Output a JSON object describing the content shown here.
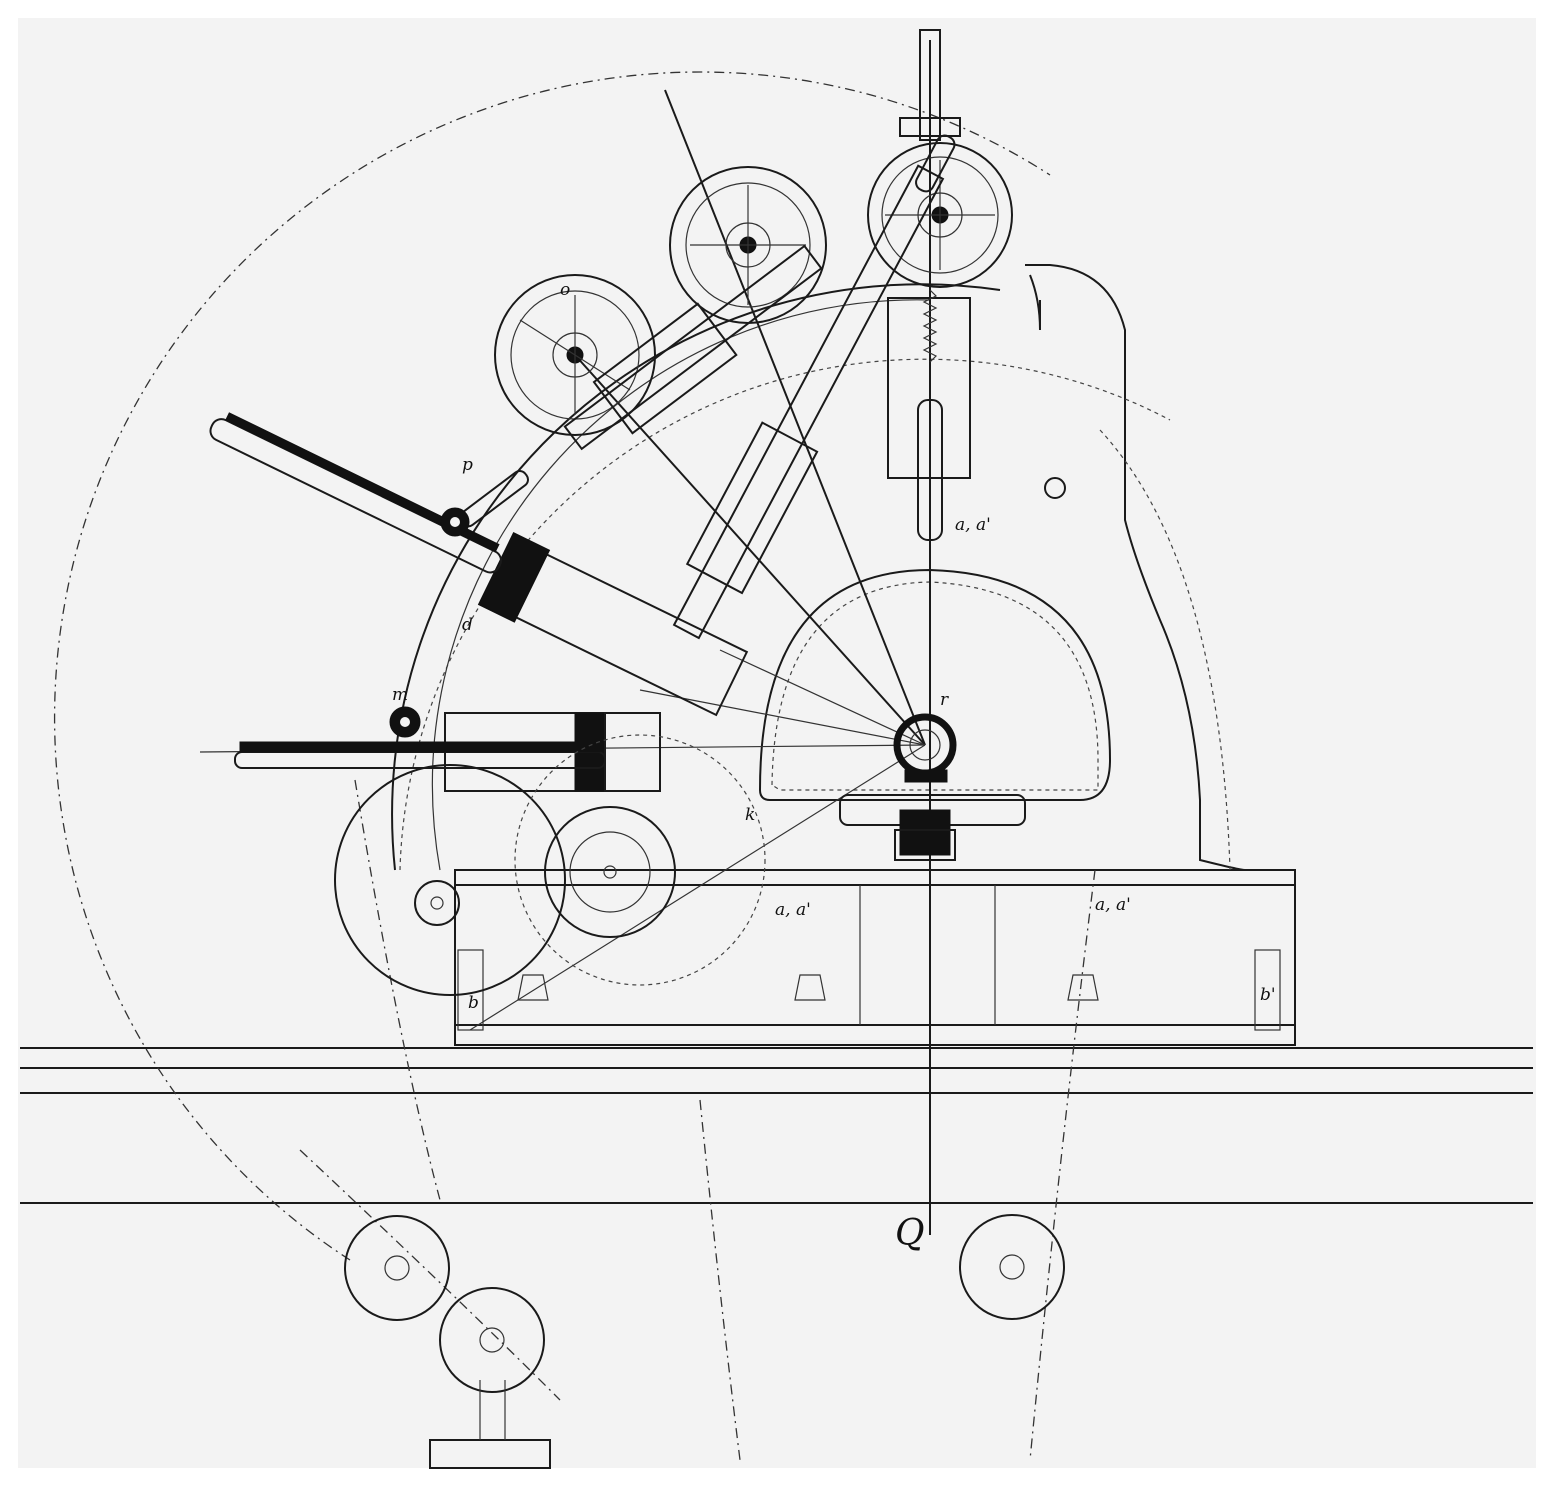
{
  "drawing": {
    "labels": {
      "a_upper": "a, a'",
      "a_lower_left": "a, a'",
      "a_lower_right": "a, a'",
      "b_left": "b",
      "b_right": "b'",
      "q_mark": "Q",
      "r_mark": "r",
      "k_mark": "k",
      "p_mark": "p",
      "m_mark": "m",
      "o_mark": "o",
      "d_mark": "d"
    },
    "colors": {
      "ink": "#111111",
      "paper": "#f3f3f3"
    }
  }
}
